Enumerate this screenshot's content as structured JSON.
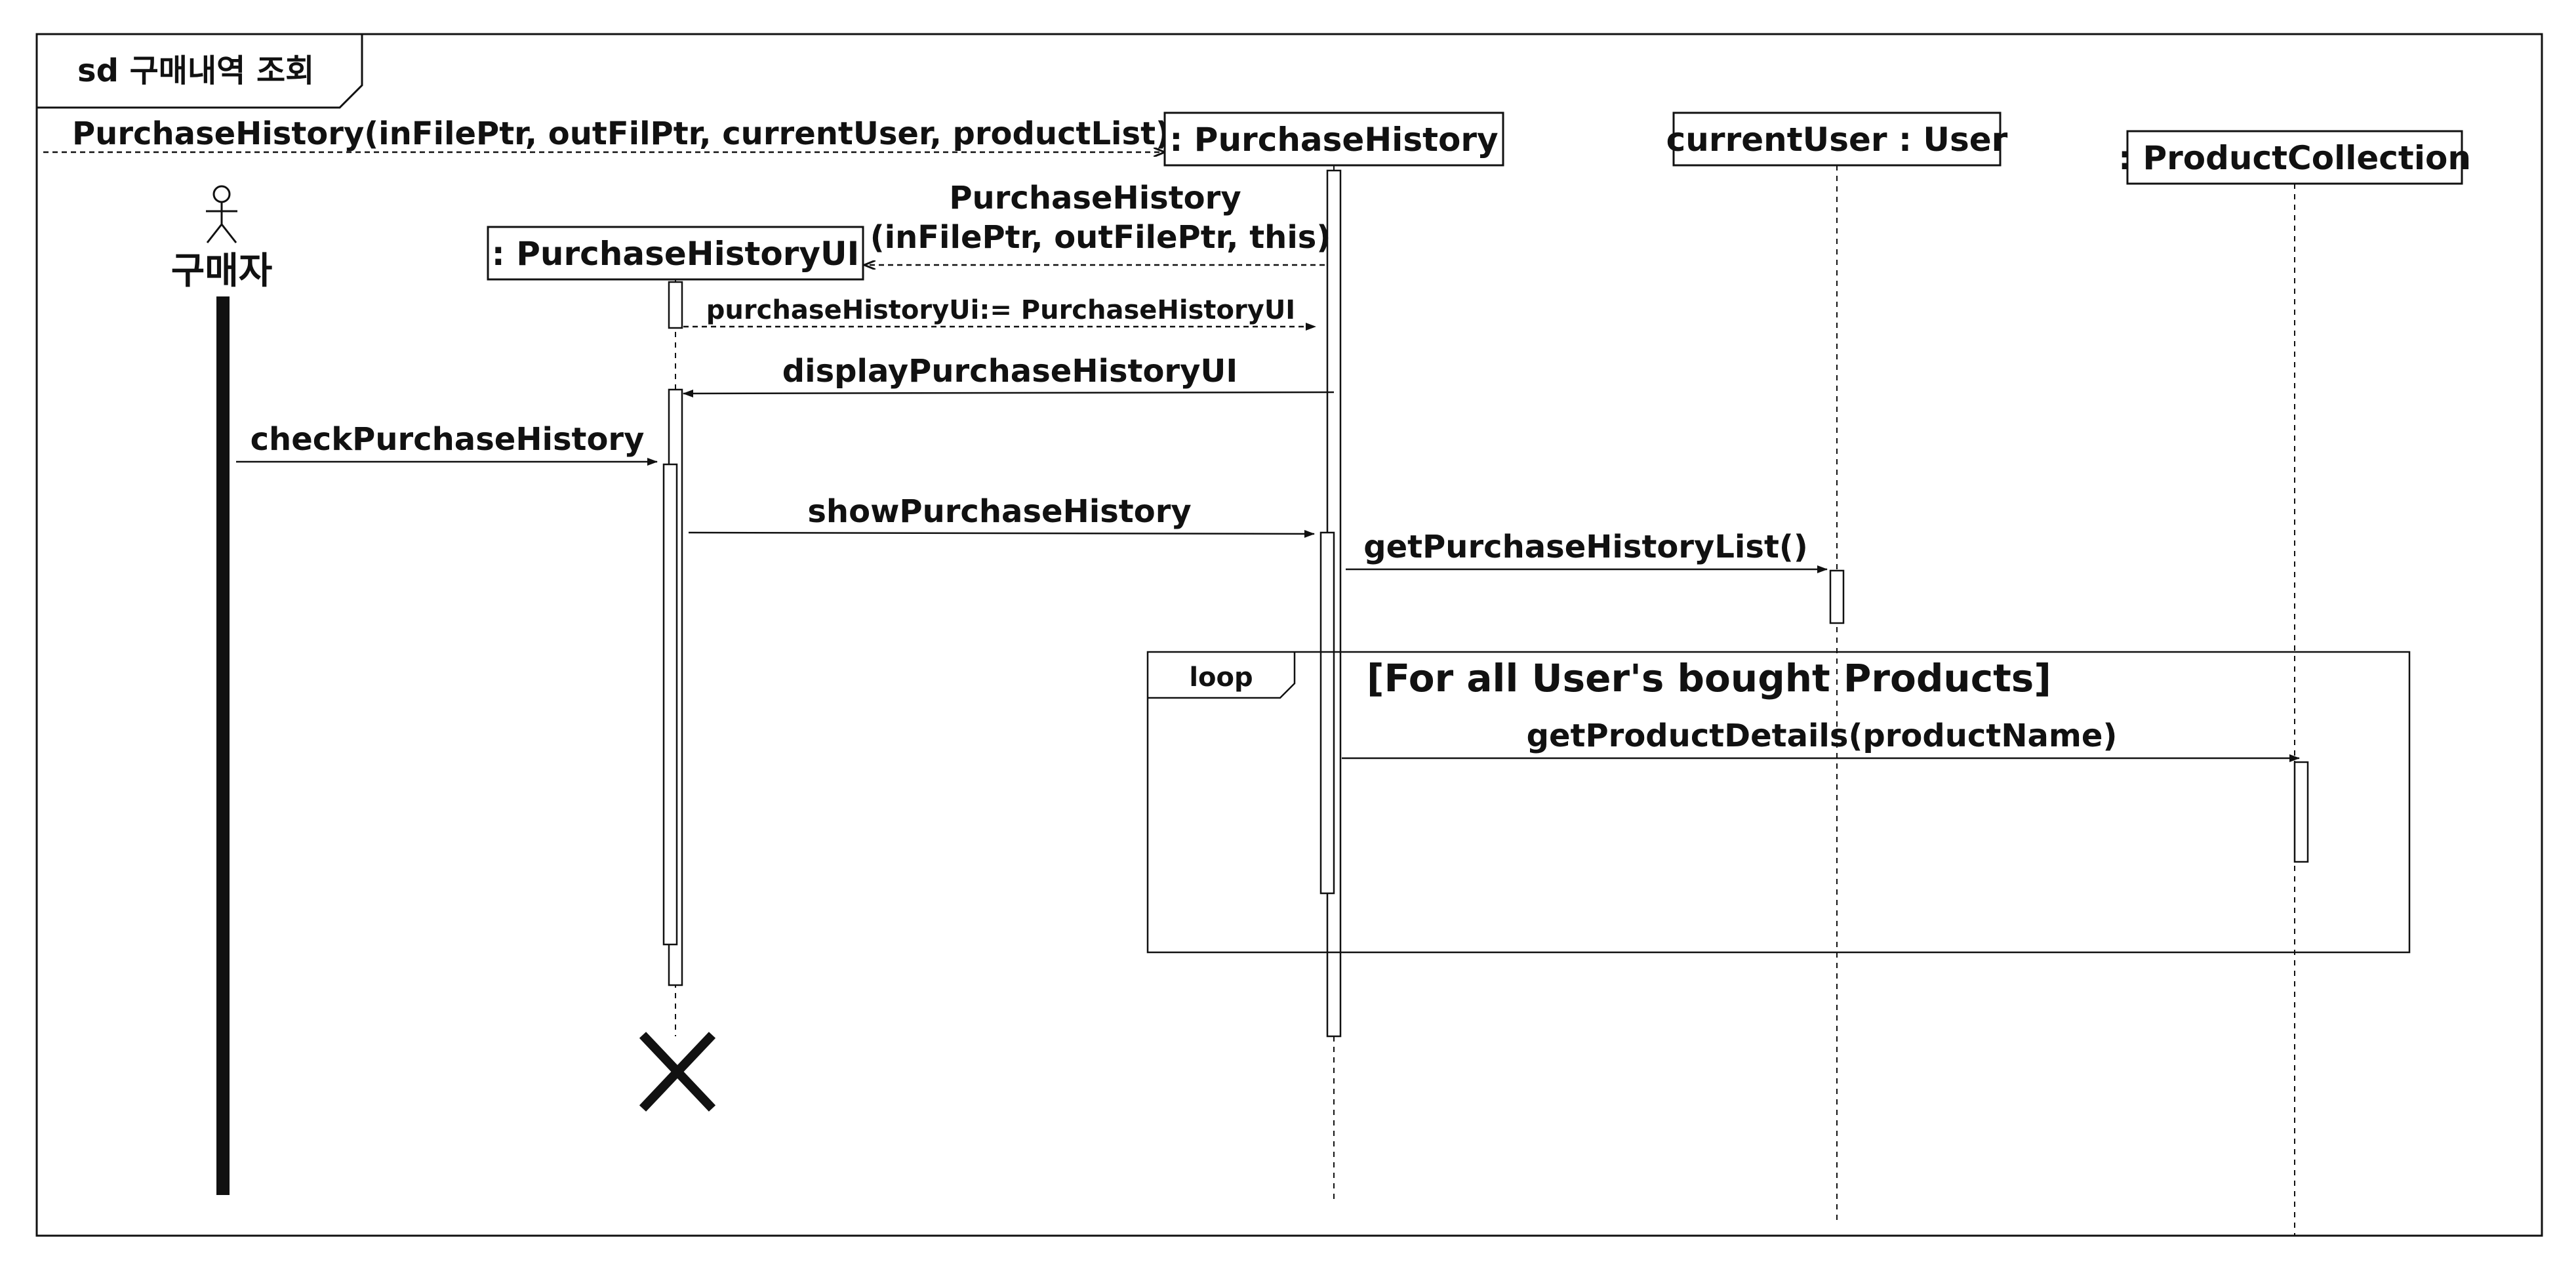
{
  "diagram": {
    "frame_label": "sd 구매내역 조회",
    "entry_message": "PurchaseHistory(inFilePtr, outFilPtr, currentUser, productList)",
    "actor": {
      "name": "구매자"
    },
    "lifelines": {
      "ui": ": PurchaseHistoryUI",
      "purchase_history": ": PurchaseHistory",
      "current_user": "currentUser : User",
      "product_collection": ": ProductCollection"
    },
    "messages": {
      "create_ui_line1": "PurchaseHistory",
      "create_ui_line2": "(inFilePtr, outFilePtr, this)",
      "return_ui": "purchaseHistoryUi:= PurchaseHistoryUI",
      "display_ui": "displayPurchaseHistoryUI",
      "check_history": "checkPurchaseHistory",
      "show_history": "showPurchaseHistory",
      "get_list": "getPurchaseHistoryList()",
      "get_details": "getProductDetails(productName)"
    },
    "loop": {
      "keyword": "loop",
      "guard": "[For all User's bought Products]"
    },
    "colors": {
      "line": "#111111",
      "background": "#ffffff"
    }
  }
}
